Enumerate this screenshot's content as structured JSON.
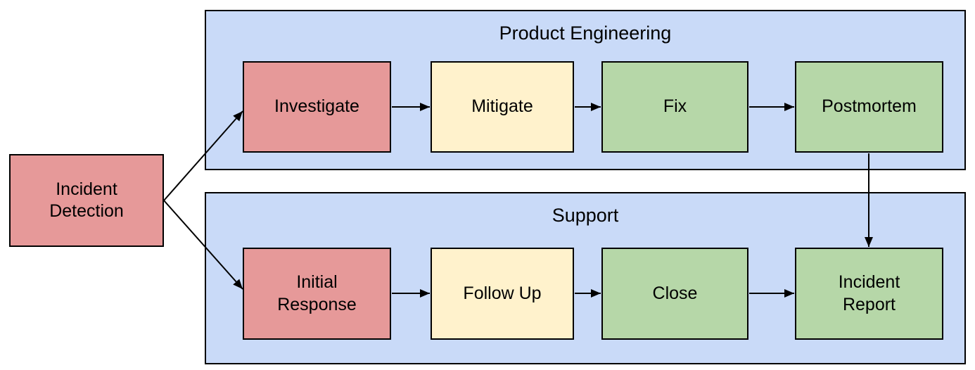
{
  "diagram": {
    "type": "flowchart-swimlane",
    "background": "#ffffff"
  },
  "start_node": {
    "label": "Incident Detection",
    "color": "red"
  },
  "lanes": [
    {
      "title": "Product Engineering",
      "steps": [
        {
          "label": "Investigate",
          "color": "red"
        },
        {
          "label": "Mitigate",
          "color": "yellow"
        },
        {
          "label": "Fix",
          "color": "green"
        },
        {
          "label": "Postmortem",
          "color": "green"
        }
      ]
    },
    {
      "title": "Support",
      "steps": [
        {
          "label": "Initial Response",
          "color": "red"
        },
        {
          "label": "Follow Up",
          "color": "yellow"
        },
        {
          "label": "Close",
          "color": "green"
        },
        {
          "label": "Incident Report",
          "color": "green"
        }
      ]
    }
  ],
  "edges": [
    {
      "from": "Incident Detection",
      "to": "Investigate"
    },
    {
      "from": "Incident Detection",
      "to": "Initial Response"
    },
    {
      "from": "Investigate",
      "to": "Mitigate"
    },
    {
      "from": "Mitigate",
      "to": "Fix"
    },
    {
      "from": "Fix",
      "to": "Postmortem"
    },
    {
      "from": "Postmortem",
      "to": "Incident Report"
    },
    {
      "from": "Initial Response",
      "to": "Follow Up"
    },
    {
      "from": "Follow Up",
      "to": "Close"
    },
    {
      "from": "Close",
      "to": "Incident Report"
    }
  ],
  "colors": {
    "red": "#e69999",
    "yellow": "#fff2cc",
    "green": "#b6d7a8",
    "lane": "#c9daf8",
    "border": "#000000",
    "arrow": "#000000"
  }
}
